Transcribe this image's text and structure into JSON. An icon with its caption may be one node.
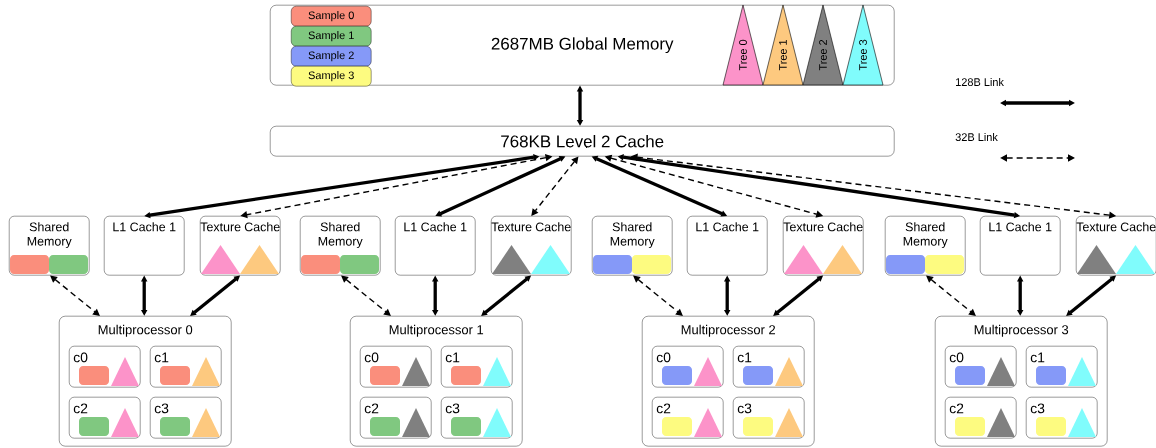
{
  "diagram": {
    "nodes": [
      {
        "text": [
          "2687MB Global Memory"
        ]
      },
      {
        "text": [
          "Sample 0"
        ],
        "in": 0
      },
      {
        "text": [
          "Sample 1"
        ],
        "in": 0
      },
      {
        "text": [
          "Sample 2"
        ],
        "in": 0
      },
      {
        "text": [
          "Sample 3"
        ],
        "in": 0
      },
      {
        "text": [
          "Tree 0"
        ],
        "in": 0
      },
      {
        "text": [
          "Tree 1"
        ],
        "in": 0
      },
      {
        "text": [
          "Tree 2"
        ],
        "in": 0
      },
      {
        "text": [
          "Tree 3"
        ],
        "in": 0
      },
      {
        "text": [
          "768KB Level 2 Cache"
        ]
      },
      {
        "text": [
          "Shared Memory"
        ]
      },
      {
        "text": [
          "L1 Cache 1"
        ]
      },
      {
        "text": [
          "Texture Cache"
        ]
      },
      {
        "text": [
          "Multiprocessor 0"
        ]
      },
      {
        "text": [
          "c0"
        ],
        "in": 13
      },
      {
        "text": [
          "c1"
        ],
        "in": 13
      },
      {
        "text": [
          "c2"
        ],
        "in": 13
      },
      {
        "text": [
          "c3"
        ],
        "in": 13
      },
      {
        "text": [
          "Shared Memory"
        ]
      },
      {
        "text": [
          "L1 Cache 1"
        ]
      },
      {
        "text": [
          "Texture Cache"
        ]
      },
      {
        "text": [
          "Multiprocessor 1"
        ]
      },
      {
        "text": [
          "c0"
        ],
        "in": 21
      },
      {
        "text": [
          "c1"
        ],
        "in": 21
      },
      {
        "text": [
          "c2"
        ],
        "in": 21
      },
      {
        "text": [
          "c3"
        ],
        "in": 21
      },
      {
        "text": [
          "Shared Memory"
        ]
      },
      {
        "text": [
          "L1 Cache 1"
        ]
      },
      {
        "text": [
          "Texture Cache"
        ]
      },
      {
        "text": [
          "Multiprocessor 2"
        ]
      },
      {
        "text": [
          "c0"
        ],
        "in": 29
      },
      {
        "text": [
          "c1"
        ],
        "in": 29
      },
      {
        "text": [
          "c2"
        ],
        "in": 29
      },
      {
        "text": [
          "c3"
        ],
        "in": 29
      },
      {
        "text": [
          "Shared Memory"
        ]
      },
      {
        "text": [
          "L1 Cache 1"
        ]
      },
      {
        "text": [
          "Texture Cache"
        ]
      },
      {
        "text": [
          "Multiprocessor 3"
        ]
      },
      {
        "text": [
          "c0"
        ],
        "in": 37
      },
      {
        "text": [
          "c1"
        ],
        "in": 37
      },
      {
        "text": [
          "c2"
        ],
        "in": 37
      },
      {
        "text": [
          "c3"
        ],
        "in": 37
      }
    ],
    "edges": [
      {
        "from": 0,
        "to": 9,
        "arrow": "both"
      },
      {
        "from": 9,
        "to": 11,
        "arrow": "both"
      },
      {
        "from": 9,
        "to": 12,
        "arrow": "both",
        "style": "dashed"
      },
      {
        "from": 10,
        "to": 13,
        "arrow": "both",
        "style": "dashed"
      },
      {
        "from": 11,
        "to": 13,
        "arrow": "both"
      },
      {
        "from": 12,
        "to": 13,
        "arrow": "both"
      },
      {
        "from": 9,
        "to": 19,
        "arrow": "both"
      },
      {
        "from": 9,
        "to": 20,
        "arrow": "both",
        "style": "dashed"
      },
      {
        "from": 18,
        "to": 21,
        "arrow": "both",
        "style": "dashed"
      },
      {
        "from": 19,
        "to": 21,
        "arrow": "both"
      },
      {
        "from": 20,
        "to": 21,
        "arrow": "both"
      },
      {
        "from": 9,
        "to": 27,
        "arrow": "both"
      },
      {
        "from": 9,
        "to": 28,
        "arrow": "both",
        "style": "dashed"
      },
      {
        "from": 26,
        "to": 29,
        "arrow": "both",
        "style": "dashed"
      },
      {
        "from": 27,
        "to": 29,
        "arrow": "both"
      },
      {
        "from": 28,
        "to": 29,
        "arrow": "both"
      },
      {
        "from": 9,
        "to": 35,
        "arrow": "both"
      },
      {
        "from": 9,
        "to": 36,
        "arrow": "both",
        "style": "dashed"
      },
      {
        "from": 34,
        "to": 37,
        "arrow": "both",
        "style": "dashed"
      },
      {
        "from": 35,
        "to": 37,
        "arrow": "both"
      },
      {
        "from": 36,
        "to": 37,
        "arrow": "both"
      }
    ],
    "legend": [
      {
        "text": "128B Link"
      },
      {
        "text": "32B Link"
      }
    ]
  }
}
